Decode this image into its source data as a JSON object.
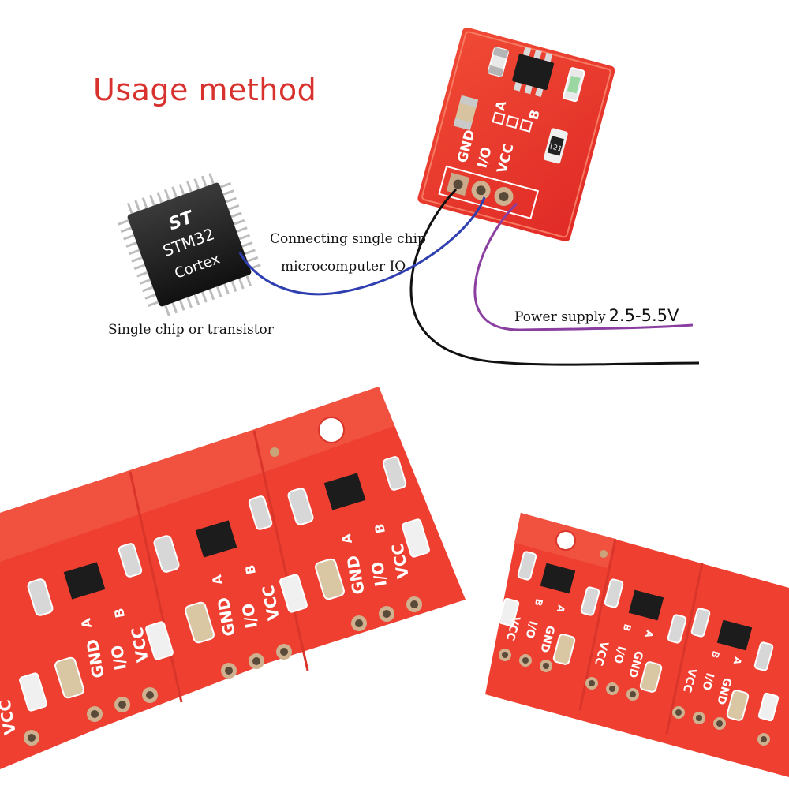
{
  "title": "Usage method",
  "labels": {
    "io_line1": "Connecting single chip",
    "io_line2": "microcomputer IO",
    "chip": "Single chip or transistor",
    "power_prefix": "Power supply",
    "power_voltage": "2.5-5.5V"
  },
  "chip": {
    "brand_line1": "ST",
    "brand_line2": "STM32",
    "brand_line3": "Cortex"
  },
  "board": {
    "pin_gnd": "GND",
    "pin_io": "I/O",
    "pin_vcc": "VCC",
    "jumper_a": "A",
    "jumper_b": "B",
    "resistor_code": "121"
  },
  "colors": {
    "pcb": "#e9302b",
    "pcb_light": "#f2533f",
    "pad": "#c8c8c8",
    "ic": "#1c1c1c",
    "wire_gnd": "#111111",
    "wire_io": "#2f3fb0",
    "wire_vcc": "#8a3fa0",
    "title": "#d8322f"
  }
}
